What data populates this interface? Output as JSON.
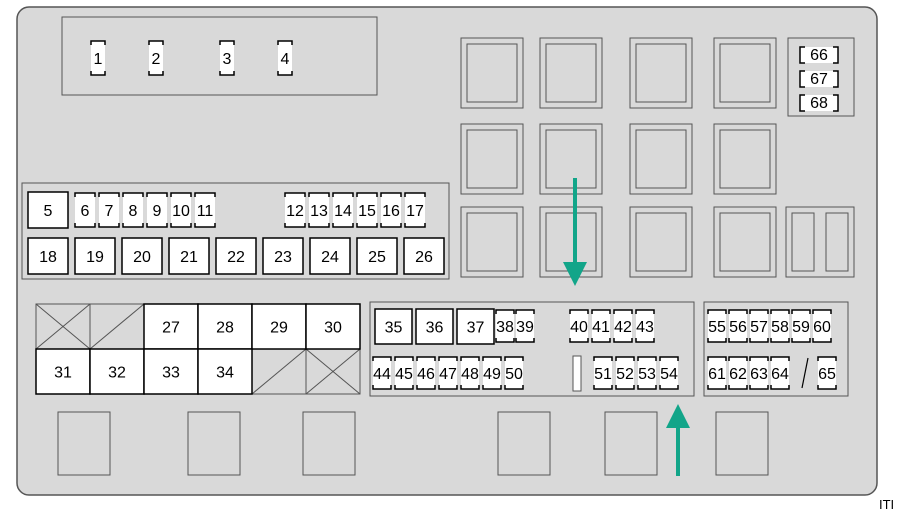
{
  "top_fuses": [
    "1",
    "2",
    "3",
    "4"
  ],
  "side_fuses": [
    "66",
    "67",
    "68"
  ],
  "row_a_big": "5",
  "row_a_small_left": [
    "6",
    "7",
    "8",
    "9",
    "10",
    "11"
  ],
  "row_a_small_right": [
    "12",
    "13",
    "14",
    "15",
    "16",
    "17"
  ],
  "row_b": [
    "18",
    "19",
    "20",
    "21",
    "22",
    "23",
    "24",
    "25",
    "26"
  ],
  "relay_row_top": [
    "27",
    "28",
    "29",
    "30"
  ],
  "relay_row_bottom": [
    "31",
    "32",
    "33",
    "34"
  ],
  "mid_big": [
    "35",
    "36",
    "37"
  ],
  "mid_small_a": [
    "38",
    "39"
  ],
  "mid_small_b": [
    "40",
    "41",
    "42",
    "43"
  ],
  "mid_small_c": [
    "44",
    "45",
    "46",
    "47",
    "48",
    "49",
    "50"
  ],
  "mid_small_d": [
    "51",
    "52",
    "53",
    "54"
  ],
  "right_small_a": [
    "55",
    "56",
    "57",
    "58",
    "59",
    "60"
  ],
  "right_small_b": [
    "61",
    "62",
    "63",
    "64"
  ],
  "right_single": "65",
  "corner_code": "ITI",
  "colors": {
    "box_fill": "#d9d9d9",
    "arrow": "#12a589",
    "outline": "#555555"
  }
}
